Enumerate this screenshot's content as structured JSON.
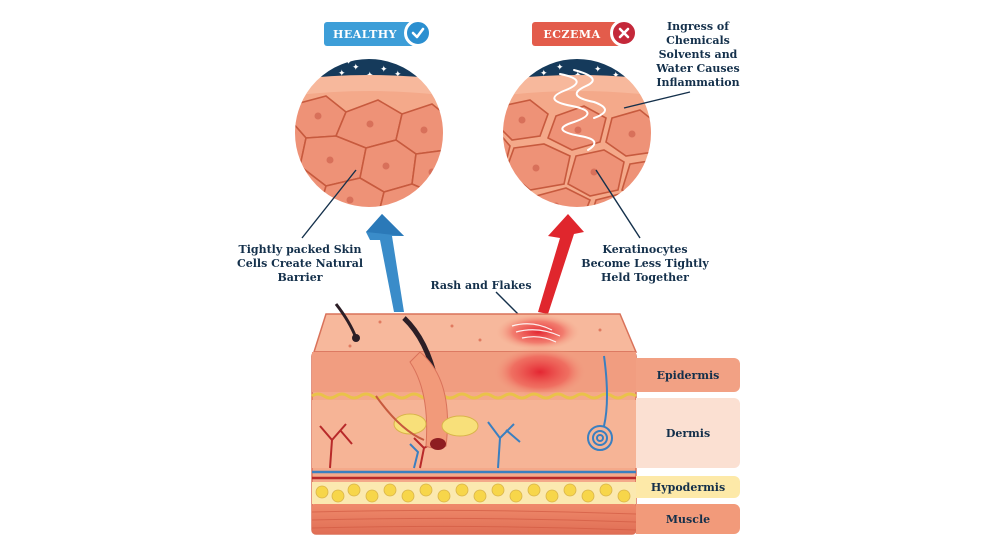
{
  "badges": {
    "healthy": {
      "label": "HEALTHY",
      "icon": "checkmark-icon"
    },
    "eczema": {
      "label": "ECZEMA",
      "icon": "x-mark-icon"
    }
  },
  "callouts": {
    "healthy_barrier": [
      "Tightly packed Skin",
      "Cells Create Natural",
      "Barrier"
    ],
    "ingress": [
      "Ingress of",
      "Chemicals",
      "Solvents and",
      "Water Causes",
      "Inflammation"
    ],
    "rash": "Rash and Flakes",
    "keratinocytes": [
      "Keratinocytes",
      "Become Less Tightly",
      "Held Together"
    ]
  },
  "layers": {
    "epidermis": "Epidermis",
    "dermis": "Dermis",
    "hypodermis": "Hypodermis",
    "muscle": "Muscle"
  },
  "colors": {
    "healthy_blue": "#3d9ed8",
    "eczema_red": "#e35c4b",
    "skin": "#f4a98a",
    "cell": "#ee9277",
    "cell_outline": "#c75a3e",
    "night": "#153a5b",
    "text": "#14304b"
  }
}
